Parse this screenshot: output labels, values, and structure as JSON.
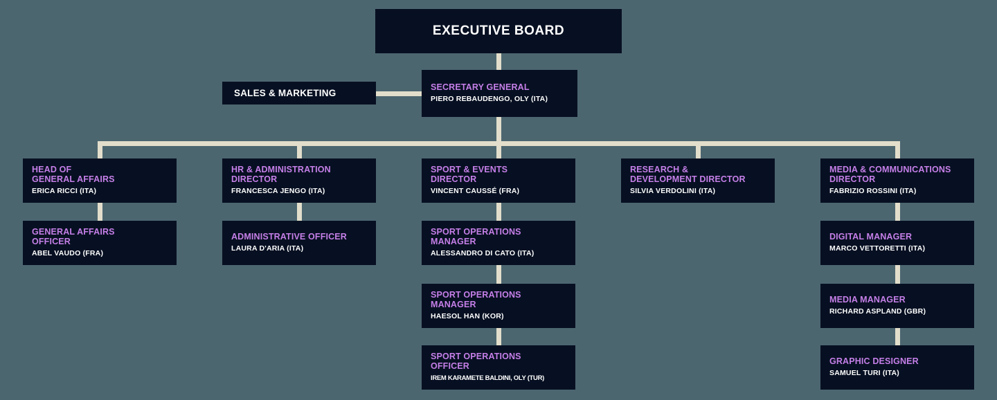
{
  "palette": {
    "background": "#4C6670",
    "box_background": "#071022",
    "connector": "#E2DECB",
    "role_text": "#C57FE8",
    "name_text": "#FFFFFF"
  },
  "org": {
    "executive_board": {
      "label": "EXECUTIVE BOARD"
    },
    "sales_marketing": {
      "label": "SALES & MARKETING"
    },
    "secretary_general": {
      "role": "SECRETARY GENERAL",
      "name": "PIERO REBAUDENGO, OLY (ITA)"
    },
    "columns": [
      {
        "boxes": [
          {
            "role": "HEAD OF\nGENERAL AFFAIRS",
            "name": "ERICA RICCI (ITA)"
          },
          {
            "role": "GENERAL AFFAIRS\nOFFICER",
            "name": "ABEL VAUDO (FRA)"
          }
        ]
      },
      {
        "boxes": [
          {
            "role": "HR & ADMINISTRATION\nDIRECTOR",
            "name": "FRANCESCA JENGO (ITA)"
          },
          {
            "role": "ADMINISTRATIVE OFFICER",
            "name": "LAURA D'ARIA (ITA)"
          }
        ]
      },
      {
        "boxes": [
          {
            "role": "SPORT & EVENTS\nDIRECTOR",
            "name": "VINCENT CAUSSÉ (FRA)"
          },
          {
            "role": "SPORT OPERATIONS\nMANAGER",
            "name": "ALESSANDRO DI CATO (ITA)"
          },
          {
            "role": "SPORT OPERATIONS\nMANAGER",
            "name": "HAESOL HAN (KOR)"
          },
          {
            "role": "SPORT OPERATIONS\nOFFICER",
            "name": "IREM KARAMETE BALDINI, OLY (TUR)"
          }
        ]
      },
      {
        "boxes": [
          {
            "role": "RESEARCH &\nDEVELOPMENT DIRECTOR",
            "name": "SILVIA VERDOLINI (ITA)"
          }
        ]
      },
      {
        "boxes": [
          {
            "role": "MEDIA & COMMUNICATIONS\nDIRECTOR",
            "name": "FABRIZIO ROSSINI (ITA)"
          },
          {
            "role": "DIGITAL MANAGER",
            "name": "MARCO VETTORETTI (ITA)"
          },
          {
            "role": "MEDIA MANAGER",
            "name": "RICHARD ASPLAND (GBR)"
          },
          {
            "role": "GRAPHIC DESIGNER",
            "name": "SAMUEL TURI (ITA)"
          }
        ]
      }
    ]
  }
}
